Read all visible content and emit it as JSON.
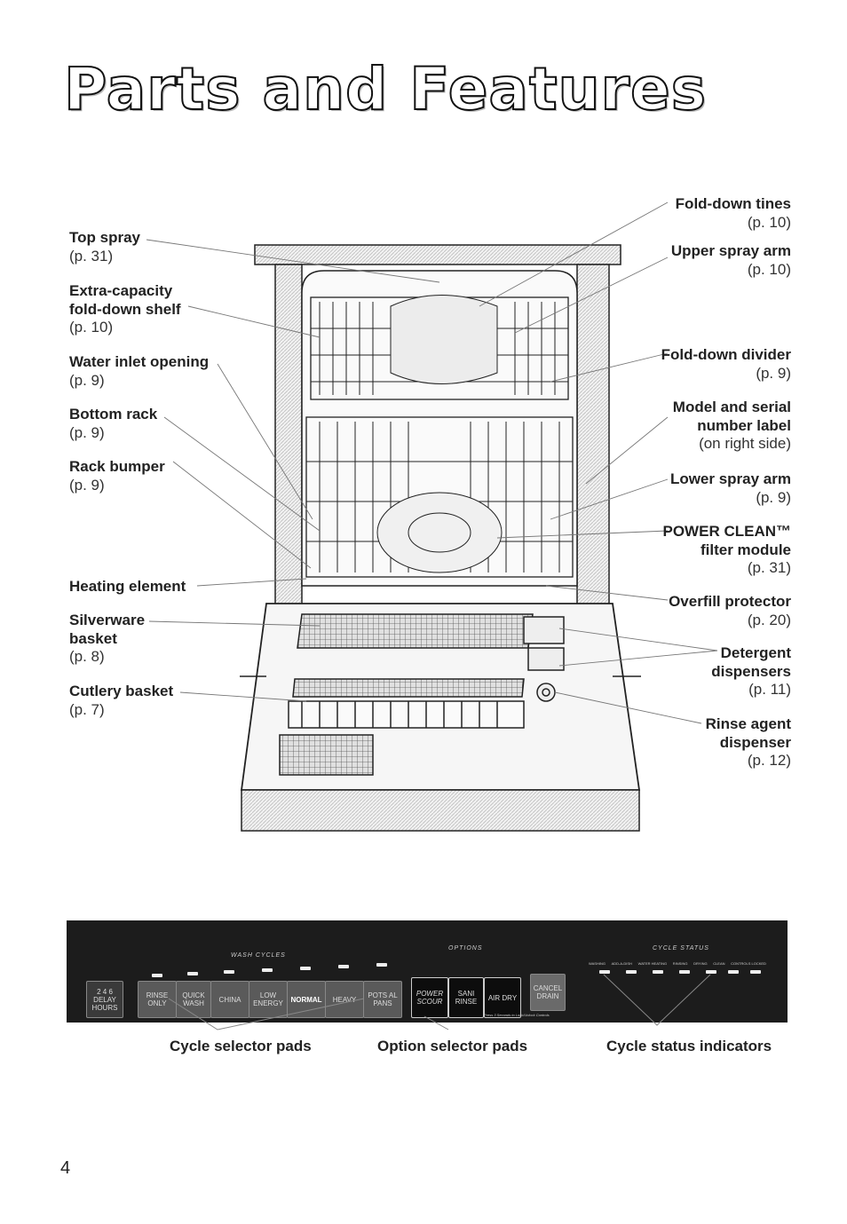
{
  "title": "Parts and Features",
  "left_labels": [
    {
      "name": "Top spray",
      "page": "(p. 31)"
    },
    {
      "name": "Extra-capacity",
      "name2": "fold-down shelf",
      "page": "(p. 10)"
    },
    {
      "name": "Water inlet opening",
      "page": "(p. 9)"
    },
    {
      "name": "Bottom rack",
      "page": "(p. 9)"
    },
    {
      "name": "Rack bumper",
      "page": "(p. 9)"
    },
    {
      "name": "Heating element"
    },
    {
      "name": "Silverware",
      "name2": "basket",
      "page": "(p. 8)"
    },
    {
      "name": "Cutlery basket",
      "page": "(p. 7)"
    }
  ],
  "right_labels": [
    {
      "name": "Fold-down tines",
      "page": "(p. 10)"
    },
    {
      "name": "Upper spray arm",
      "page": "(p. 10)"
    },
    {
      "name": "Fold-down divider",
      "page": "(p. 9)"
    },
    {
      "name": "Model and serial",
      "name2": "number label",
      "page": "(on right side)"
    },
    {
      "name": "Lower spray arm",
      "page": "(p. 9)"
    },
    {
      "name": "POWER CLEAN™",
      "name2": "filter module",
      "page": "(p. 31)"
    },
    {
      "name": "Overfill protector",
      "page": "(p. 20)"
    },
    {
      "name": "Detergent",
      "name2": "dispensers",
      "page": "(p. 11)"
    },
    {
      "name": "Rinse agent",
      "name2": "dispenser",
      "page": "(p. 12)"
    }
  ],
  "panel": {
    "wash_cycles_caption": "WASH CYCLES",
    "options_caption": "OPTIONS",
    "cycle_status_caption": "CYCLE STATUS",
    "delay_digits": "2 4 6",
    "delay_label": "DELAY HOURS",
    "cycle_pads": [
      "RINSE ONLY",
      "QUICK WASH",
      "CHINA",
      "LOW ENERGY",
      "NORMAL",
      "HEAVY",
      "POTS AL PANS"
    ],
    "option_pads": [
      "POWER SCOUR",
      "SANI RINSE",
      "AIR DRY"
    ],
    "option_note": "Press 3 Seconds to Lock/Unlock Controls",
    "cancel_pad": "CANCEL DRAIN",
    "status_items": [
      "WASHING",
      "ADD-A-DISH",
      "WATER HEATING",
      "RINSING",
      "DRYING",
      "CLEAN",
      "CONTROLS LOCKED"
    ]
  },
  "captions": {
    "cycle": "Cycle selector pads",
    "option": "Option selector pads",
    "status": "Cycle status indicators"
  },
  "page_number": "4"
}
